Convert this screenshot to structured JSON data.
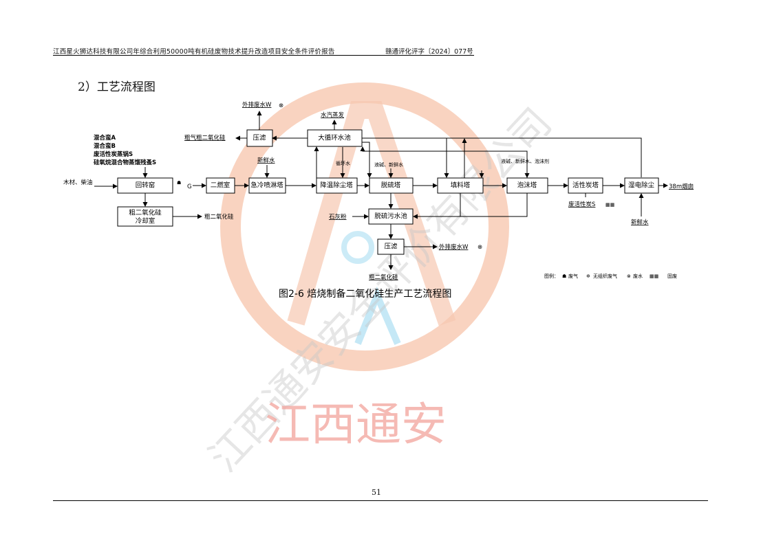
{
  "header": {
    "left": "江西星火狮达科技有限公司年综合利用50000吨有机硅废物技术提升改造项目安全条件评价报告",
    "right": "赣通评化评字〔2024〕077号"
  },
  "section_title": "2）工艺流程图",
  "diagram": {
    "boxes": {
      "rotary_kiln": "回转窑",
      "secondary_chamber": "二燃室",
      "quench_tower": "急冷喷淋塔",
      "cooling_tower": "降温除尘塔",
      "desulfur_tower": "脱硫塔",
      "packed_tower": "填料塔",
      "foam_tower": "泡沫塔",
      "carbon_tower": "活性炭塔",
      "esp": "湿电除尘",
      "filter_press_top": "压滤",
      "circ_pool": "大循环水池",
      "desulf_pool": "脱硫污水池",
      "filter_press_bottom": "压滤",
      "sio2_cool_line1": "粗二氧化硅",
      "sio2_cool_line2": "冷却室"
    },
    "labels": {
      "feed_mixtures": [
        "混合蛮A",
        "混合蛮B",
        "废活性炭蒸锅S",
        "硅氧烷混合物蒸馏残蚤S"
      ],
      "wood_oil": "木材、柴油",
      "gas_g": "G",
      "fresh_water_1": "新鲜水",
      "fresh_water_2": "新鲜水",
      "circ_water": "循环水",
      "caustic_fresh": "液碱、新鲜水",
      "caustic_fresh_foam": "液碱、新鲜水、泡沫剂",
      "vapor": "水汽蒸发",
      "ext_waste_water_top": "外排废水W",
      "coarse_sio2_left": "粗气粗二氧化硅",
      "coarse_sio2_out": "粗二氧化硅",
      "lime": "石灰粉",
      "ext_waste_water_bottom": "外排废水W",
      "coarse_sio2_bottom": "粗二氧化硅",
      "waste_carbon": "废活性炭S",
      "stack": "38m烟囱"
    },
    "legend": {
      "title": "图例：",
      "items": [
        "废气",
        "无组织废气",
        "废水",
        "固废"
      ]
    },
    "caption": "图2-6 焙烧制备二氧化硅生产工艺流程图"
  },
  "watermark": {
    "text_large": "江西通安",
    "text_diagonal": "江西通安安全评价有限公司"
  },
  "page_number": "51",
  "colors": {
    "watermark": "#f7c8b0",
    "watermark_text": "#f2a39c",
    "watermark_blue": "#bfe6f5"
  }
}
